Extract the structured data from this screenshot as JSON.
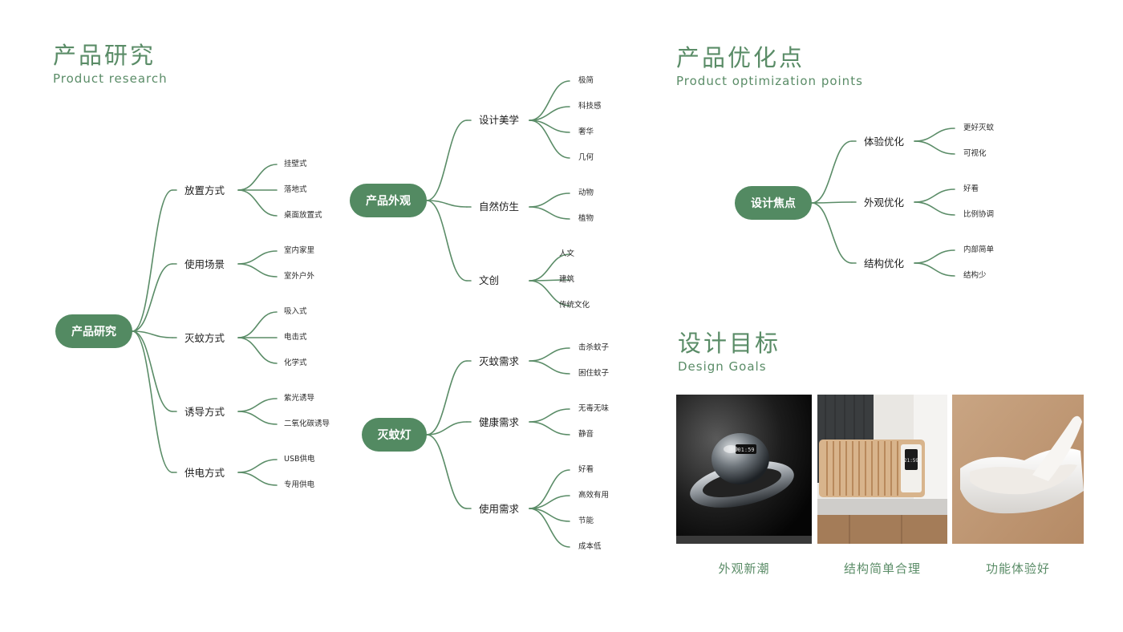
{
  "research": {
    "title_zh": "产品研究",
    "title_en": "Product research",
    "root": "产品研究",
    "branches": [
      {
        "label": "放置方式",
        "children": [
          "挂壁式",
          "落地式",
          "桌面放置式"
        ]
      },
      {
        "label": "使用场景",
        "children": [
          "室内家里",
          "室外户外"
        ]
      },
      {
        "label": "灭蚊方式",
        "children": [
          "吸入式",
          "电击式",
          "化学式"
        ]
      },
      {
        "label": "诱导方式",
        "children": [
          "紫光诱导",
          "二氧化碳诱导"
        ]
      },
      {
        "label": "供电方式",
        "children": [
          "USB供电",
          "专用供电"
        ]
      }
    ]
  },
  "appearance": {
    "root": "产品外观",
    "branches": [
      {
        "label": "设计美学",
        "children": [
          "极简",
          "科技感",
          "奢华",
          "几何"
        ]
      },
      {
        "label": "自然仿生",
        "children": [
          "动物",
          "植物"
        ]
      },
      {
        "label": "文创",
        "children": [
          "人文",
          "建筑",
          "传统文化"
        ]
      }
    ]
  },
  "lamp": {
    "root": "灭蚊灯",
    "branches": [
      {
        "label": "灭蚊需求",
        "children": [
          "击杀蚊子",
          "困住蚊子"
        ]
      },
      {
        "label": "健康需求",
        "children": [
          "无毒无味",
          "静音"
        ]
      },
      {
        "label": "使用需求",
        "children": [
          "好看",
          "高效有用",
          "节能",
          "成本低"
        ]
      }
    ]
  },
  "optimization": {
    "title_zh": "产品优化点",
    "title_en": "Product optimization points",
    "root": "设计焦点",
    "branches": [
      {
        "label": "体验优化",
        "children": [
          "更好灭蚊",
          "可视化"
        ]
      },
      {
        "label": "外观优化",
        "children": [
          "好看",
          "比例协调"
        ]
      },
      {
        "label": "结构优化",
        "children": [
          "内部简单",
          "结构少"
        ]
      }
    ]
  },
  "goals": {
    "title_zh": "设计目标",
    "title_en": "Design Goals",
    "items": [
      {
        "caption": "外观新潮",
        "display_text": "01:59",
        "photo": "dark-ufo-device-photo"
      },
      {
        "caption": "结构简单合理",
        "display_text": "21:59",
        "photo": "wood-box-device-photo"
      },
      {
        "caption": "功能体验好",
        "photo": "white-bowl-photo"
      }
    ]
  },
  "colors": {
    "accent": "#538a62",
    "line": "#5a8c67"
  }
}
